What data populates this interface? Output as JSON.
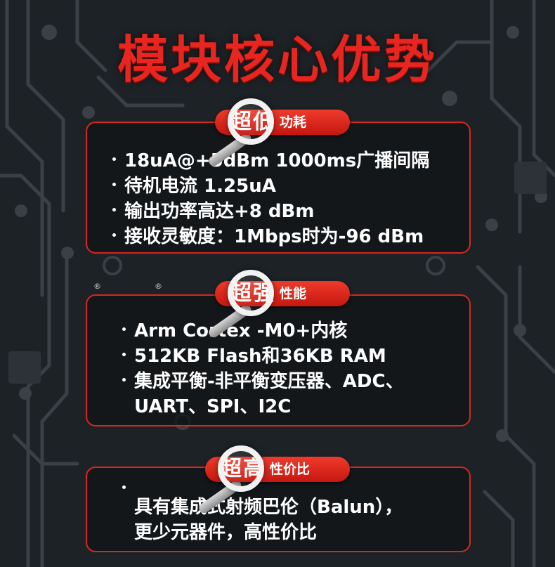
{
  "title": "模块核心优势",
  "sections": [
    {
      "badge_big": "超低",
      "badge_small": "功耗",
      "items": [
        "18uA@+5dBm 1000ms广播间隔",
        "待机电流 1.25uA",
        "输出功率高达+8 dBm",
        "接收灵敏度：1Mbps时为-96 dBm"
      ]
    },
    {
      "badge_big": "超强",
      "badge_small": "性能",
      "items": [
        "Arm  Cortex -M0+内核",
        "512KB Flash和36KB RAM",
        "集成平衡-非平衡变压器、ADC、",
        "UART、SPI、I2C"
      ]
    },
    {
      "badge_big": "超高",
      "badge_small": "性价比",
      "items": [
        "具有集成式射频巴伦（Balun），",
        "更少元器件，高性价比"
      ]
    }
  ],
  "registered_mark": "®",
  "colors": {
    "accent": "#e8261f",
    "background": "#1d2226",
    "border": "#d8261e"
  }
}
